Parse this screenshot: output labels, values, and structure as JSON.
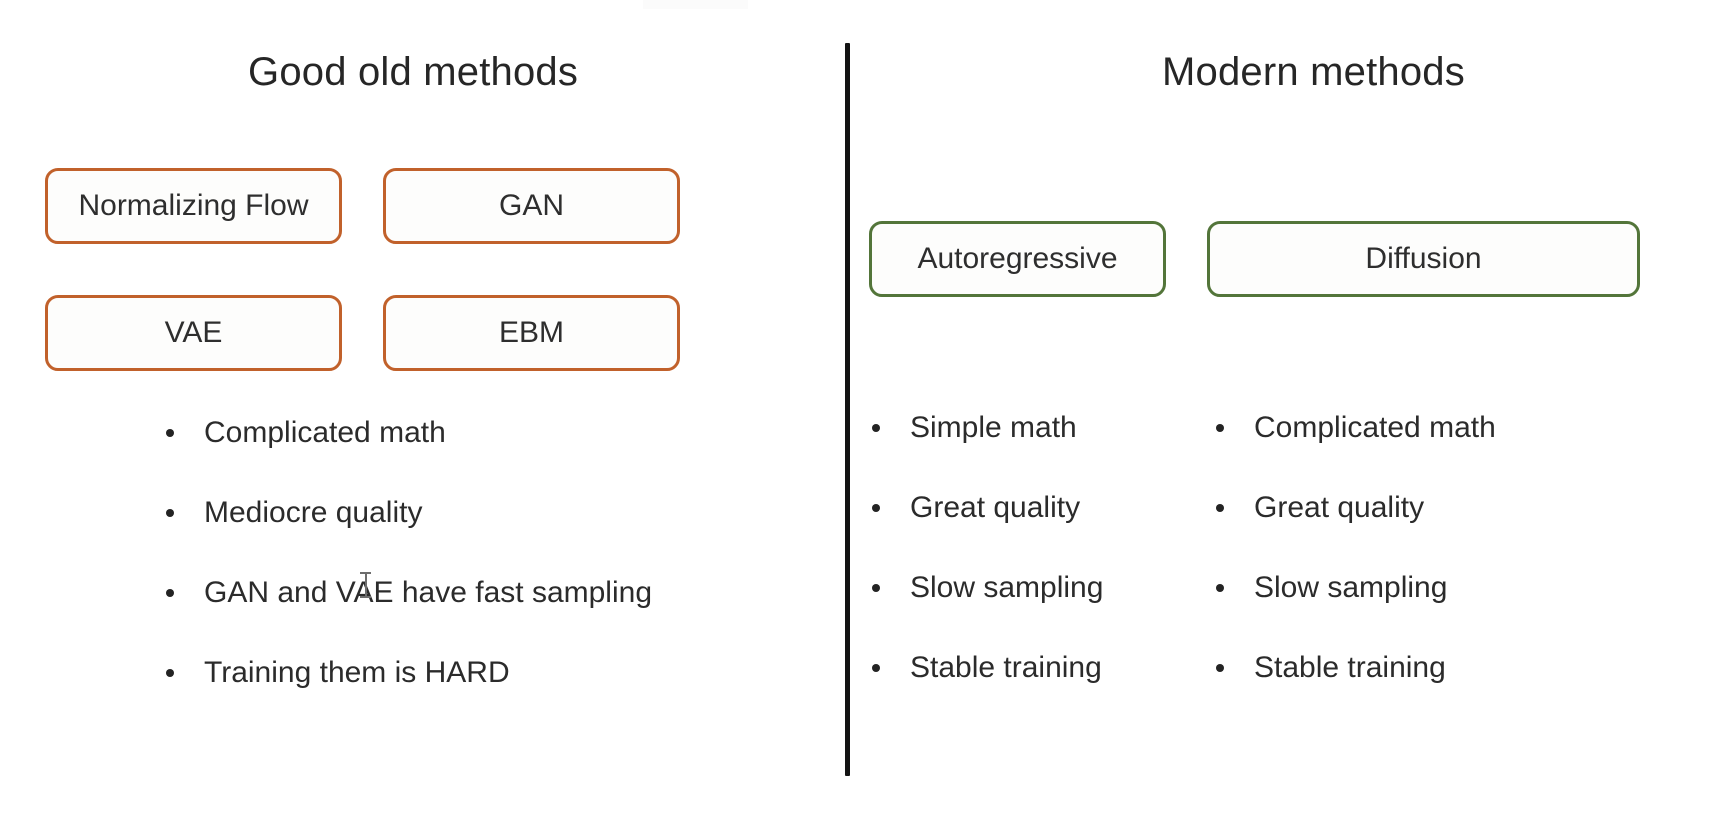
{
  "slide": {
    "background_color": "#ffffff",
    "divider_color": "#131313"
  },
  "colors": {
    "orange_border": "#c1612b",
    "green_border": "#53753a",
    "text": "#2b2b2b",
    "bullet_dot": "#232323"
  },
  "left_column": {
    "title": "Good old methods",
    "boxes": [
      {
        "label": "Normalizing Flow",
        "accent": "#c1612b"
      },
      {
        "label": "GAN",
        "accent": "#c1612b"
      },
      {
        "label": "VAE",
        "accent": "#c1612b"
      },
      {
        "label": "EBM",
        "accent": "#c1612b"
      }
    ],
    "bullets": [
      "Complicated math",
      "Mediocre quality",
      "GAN and VAE have fast sampling",
      "Training them is HARD"
    ]
  },
  "right_column": {
    "title": "Modern methods",
    "boxes": [
      {
        "label": "Autoregressive",
        "accent": "#53753a"
      },
      {
        "label": "Diffusion",
        "accent": "#53753a"
      }
    ],
    "bullets_autoregressive": [
      "Simple math",
      "Great quality",
      "Slow sampling",
      "Stable training"
    ],
    "bullets_diffusion": [
      "Complicated math",
      "Great quality",
      "Slow sampling",
      "Stable training"
    ]
  },
  "cursor": {
    "type": "text-caret-icon"
  }
}
